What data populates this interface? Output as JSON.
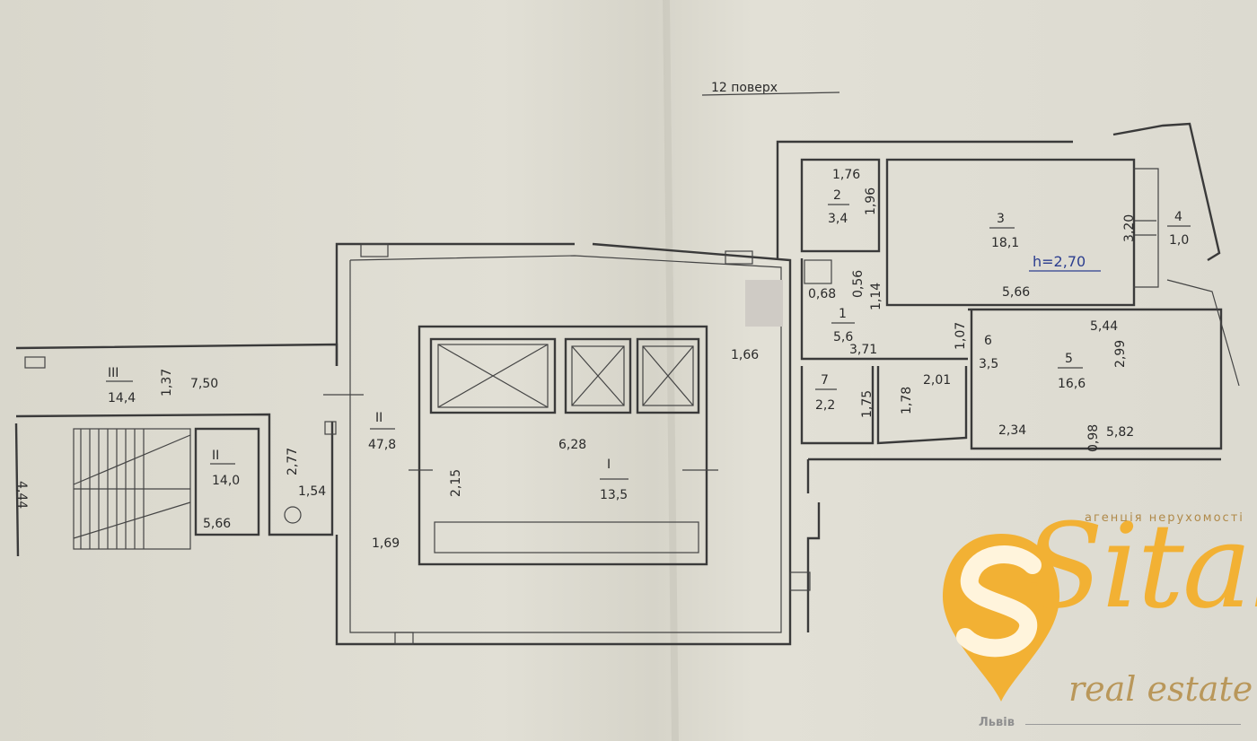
{
  "floor_title": "12 поверх",
  "height_note": "h=2,70",
  "rooms": {
    "r1": {
      "num": "1",
      "area": "5,6"
    },
    "r2": {
      "num": "2",
      "area": "3,4"
    },
    "r3": {
      "num": "3",
      "area": "18,1"
    },
    "r4": {
      "num": "4",
      "area": "1,0"
    },
    "r5": {
      "num": "5",
      "area": "16,6"
    },
    "r6": {
      "num": "6",
      "area": "3,5"
    },
    "r7": {
      "num": "7",
      "area": "2,2"
    },
    "stair": {
      "num": "II",
      "area": "14,0"
    },
    "corridor_left": {
      "num": "III",
      "area": "14,4"
    },
    "hall": {
      "num": "II",
      "area": "47,8"
    },
    "lift_hall": {
      "num": "I",
      "area": "13,5"
    }
  },
  "dimensions": {
    "d_176": "1,76",
    "d_196": "1,96",
    "d_320": "3,20",
    "d_566": "5,66",
    "d_056": "0,56",
    "d_068": "0,68",
    "d_114": "1,14",
    "d_371": "3,71",
    "d_107": "1,07",
    "d_544": "5,44",
    "d_299": "2,99",
    "d_175": "1,75",
    "d_178": "1,78",
    "d_201": "2,01",
    "d_234": "2,34",
    "d_098": "0,98",
    "d_582": "5,82",
    "d_166": "1,66",
    "d_628": "6,28",
    "d_215": "2,15",
    "d_169": "1,69",
    "d_137": "1,37",
    "d_750": "7,50",
    "d_277": "2,77",
    "d_154": "1,54",
    "d_566b": "5,66",
    "d_444": "4,44"
  },
  "brand": {
    "tagline": "агенція нерухомості",
    "wordmark": "Sitalo",
    "subtitle": "real estate",
    "city": "Львів",
    "colors": {
      "accent": "#f2b134",
      "secondary": "#b9975a"
    }
  }
}
